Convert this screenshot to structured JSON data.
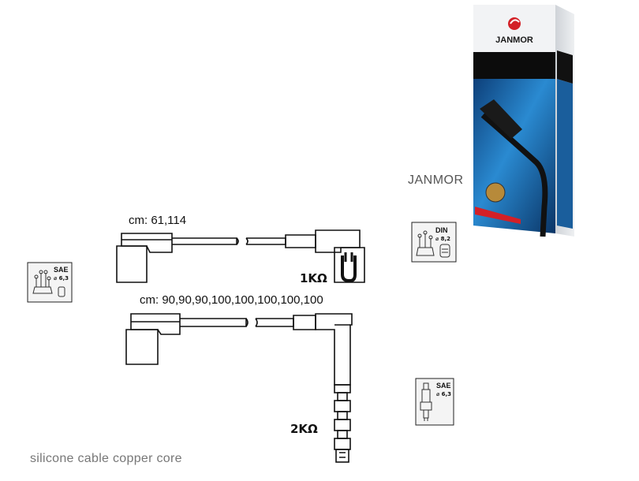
{
  "cable1": {
    "length_label": "cm: 61,114",
    "resistance_label": "1KΩ"
  },
  "cable2": {
    "length_label": "cm: 90,90,90,100,100,100,100,100",
    "resistance_label": "2KΩ"
  },
  "brand": {
    "name": "JANMOR",
    "box_logo": "JANMOR"
  },
  "standards": {
    "sae": "SAE",
    "din": "DIN",
    "sae_diameter": "⌀ 6,3",
    "din_diameter": "⌀ 8,2"
  },
  "footer": {
    "description": "silicone cable copper core"
  },
  "colors": {
    "box_blue": "#1b6fb5",
    "box_dark": "#0c0c0c",
    "logo_red": "#d32027"
  },
  "icons": [
    "distributor-cap-icon",
    "spark-plug-icon",
    "coil-terminal-icon",
    "janmor-logo-icon"
  ]
}
